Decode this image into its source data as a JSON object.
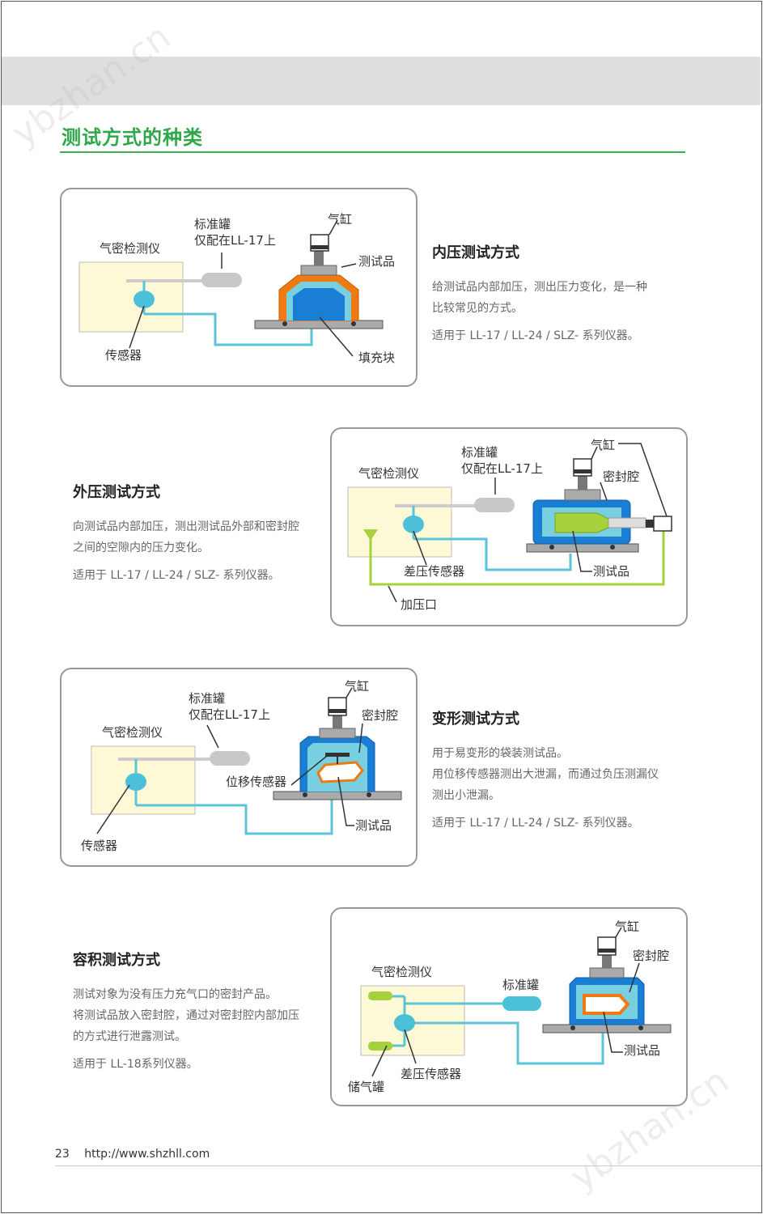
{
  "section": {
    "title": "测试方式的种类"
  },
  "methods": [
    {
      "title": "内压测试方式",
      "desc": [
        "给测试品内部加压，测出压力变化，是一种",
        "比较常见的方式。"
      ],
      "applies": "适用于 LL-17 / LL-24 / SLZ- 系列仪器。",
      "diagram": {
        "instrument": "气密检测仪",
        "tank": "标准罐",
        "tank_note": "仅配在LL-17上",
        "cylinder": "气缸",
        "product": "测试品",
        "sensor": "传感器",
        "filler": "填充块"
      }
    },
    {
      "title": "外压测试方式",
      "desc": [
        "向测试品内部加压，测出测试品外部和密封腔",
        "之间的空隙内的压力变化。"
      ],
      "applies": "适用于 LL-17 / LL-24 / SLZ- 系列仪器。",
      "diagram": {
        "instrument": "气密检测仪",
        "tank": "标准罐",
        "tank_note": "仅配在LL-17上",
        "cylinder": "气缸",
        "chamber": "密封腔",
        "sensor": "差压传感器",
        "product": "测试品",
        "port": "加压口"
      }
    },
    {
      "title": "变形测试方式",
      "desc": [
        "用于易变形的袋装测试品。",
        "用位移传感器测出大泄漏，而通过负压测漏仪",
        "测出小泄漏。"
      ],
      "applies": "适用于 LL-17 / LL-24 / SLZ- 系列仪器。",
      "diagram": {
        "instrument": "气密检测仪",
        "tank": "标准罐",
        "tank_note": "仅配在LL-17上",
        "cylinder": "气缸",
        "chamber": "密封腔",
        "disp_sensor": "位移传感器",
        "sensor": "传感器",
        "product": "测试品"
      }
    },
    {
      "title": "容积测试方式",
      "desc": [
        "测试对象为没有压力充气口的密封产品。",
        "将测试品放入密封腔，通过对密封腔内部加压",
        "的方式进行泄露测试。"
      ],
      "applies": "适用于 LL-18系列仪器。",
      "diagram": {
        "instrument": "气密检测仪",
        "tank": "标准罐",
        "cylinder": "气缸",
        "chamber": "密封腔",
        "product": "测试品",
        "sensor": "差压传感器",
        "reservoir": "储气罐"
      }
    }
  ],
  "footer": {
    "page": "23",
    "url": "http://www.shzhll.com"
  },
  "watermark": "ybzhan.cn",
  "colors": {
    "accent": "#2fa84a",
    "pipe": "#5bc4d8",
    "green_pipe": "#a5d13c",
    "chamber": "#1a7fd4",
    "orange": "#f07a12"
  }
}
